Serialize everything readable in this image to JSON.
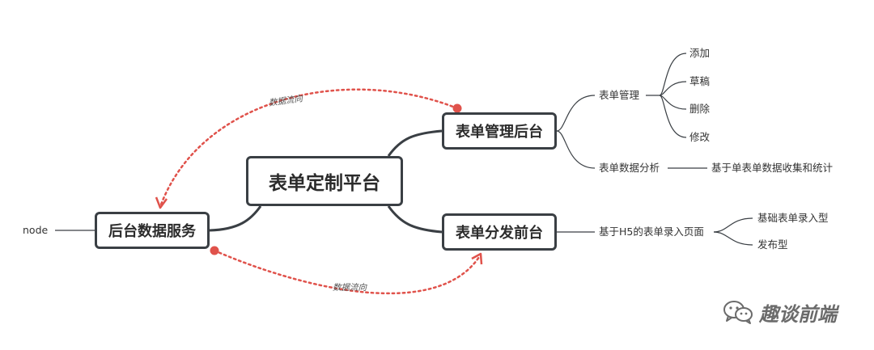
{
  "root": {
    "label": "表单定制平台"
  },
  "topics": {
    "admin": "表单管理后台",
    "front": "表单分发前台",
    "service": "后台数据服务"
  },
  "admin_children": {
    "manage": "表单管理",
    "manage_items": [
      "添加",
      "草稿",
      "删除",
      "修改"
    ],
    "analysis": "表单数据分析",
    "analysis_detail": "基于单表单数据收集和统计"
  },
  "front_children": {
    "page": "基于H5的表单录入页面",
    "types": [
      "基础表单录入型",
      "发布型"
    ]
  },
  "service_children": {
    "tech": "node"
  },
  "flows": {
    "top": "数据流向",
    "bottom": "数据流向"
  },
  "colors": {
    "line": "#3a3f44",
    "flow": "#e0524b",
    "text": "#333333"
  },
  "watermark": {
    "text": "趣谈前端",
    "icon": "wechat-icon"
  }
}
